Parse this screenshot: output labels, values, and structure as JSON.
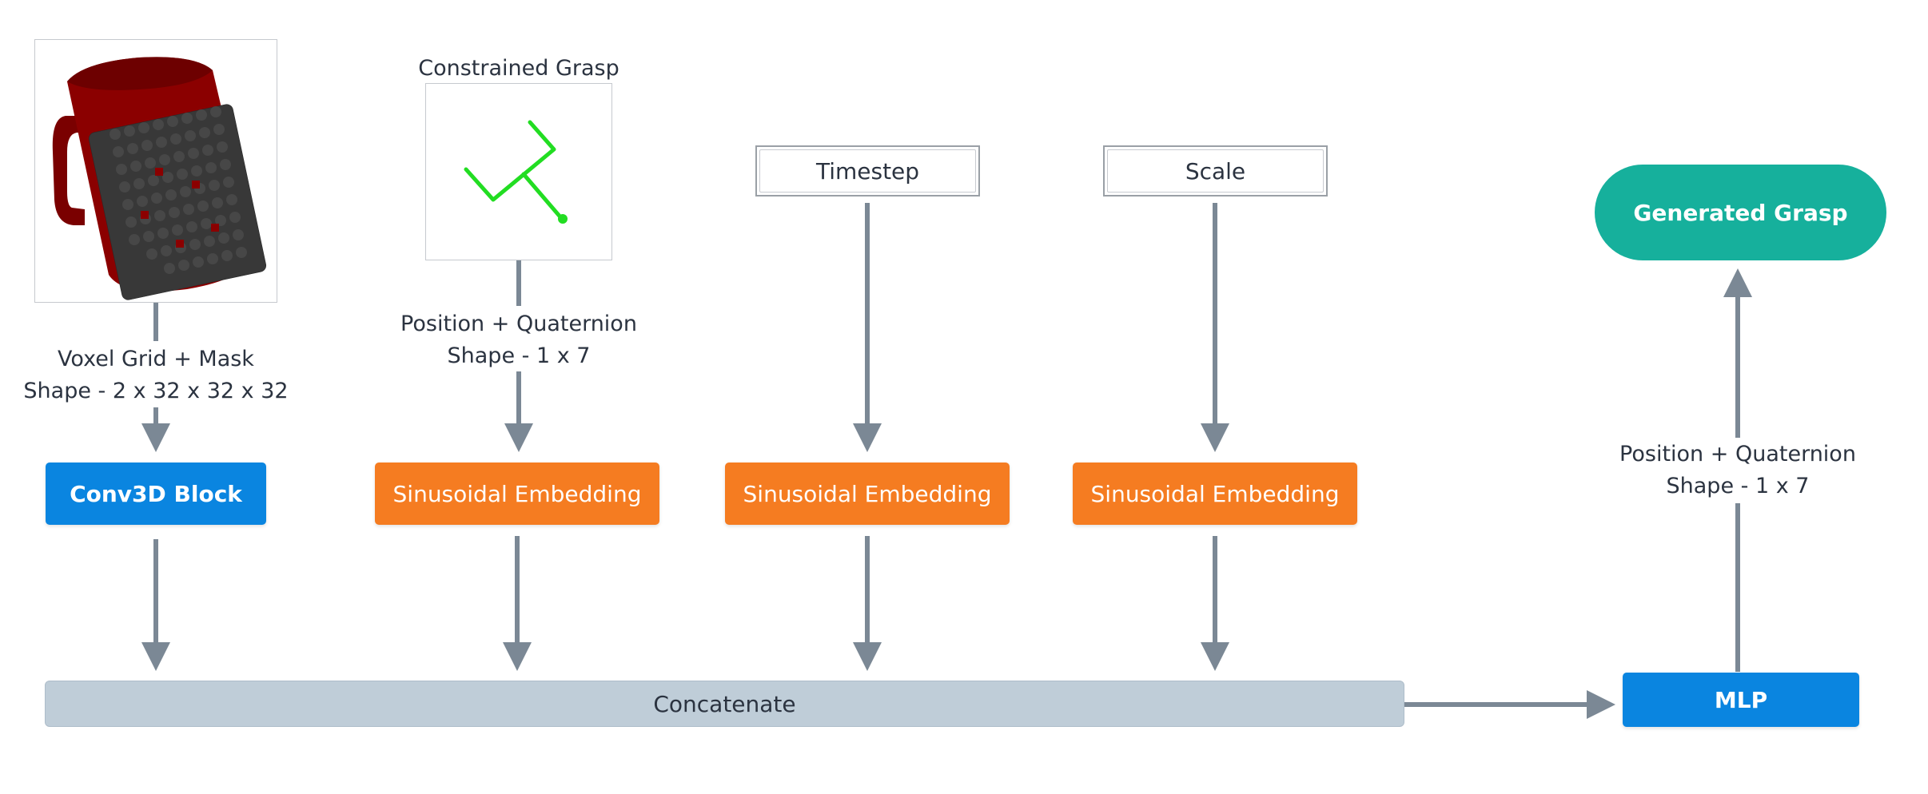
{
  "labels": {
    "constrained_grasp_title": "Constrained Grasp",
    "voxel_line1": "Voxel Grid + Mask",
    "voxel_line2": "Shape - 2 x 32 x 32 x 32",
    "grasp_input_line1": "Position + Quaternion",
    "grasp_input_line2": "Shape - 1 x 7",
    "output_line1": "Position + Quaternion",
    "output_line2": "Shape - 1 x 7"
  },
  "nodes": {
    "timestep": "Timestep",
    "scale": "Scale",
    "conv3d": "Conv3D Block",
    "sin_embed_1": "Sinusoidal Embedding",
    "sin_embed_2": "Sinusoidal Embedding",
    "sin_embed_3": "Sinusoidal Embedding",
    "concatenate": "Concatenate",
    "mlp": "MLP",
    "generated": "Generated Grasp"
  },
  "colors": {
    "blue_block": "#0a85e0",
    "orange_block": "#f57c21",
    "teal_pill": "#16b09c",
    "concat_bar": "#bfcdd8",
    "arrow": "#7b8895",
    "mug_red": "#8b0000",
    "voxel_dark": "#3a3a3a",
    "grasp_green": "#22dd22"
  },
  "icons": {
    "voxel_image": "voxelized-mug-image",
    "grasp_image": "gripper-grasp-image"
  }
}
